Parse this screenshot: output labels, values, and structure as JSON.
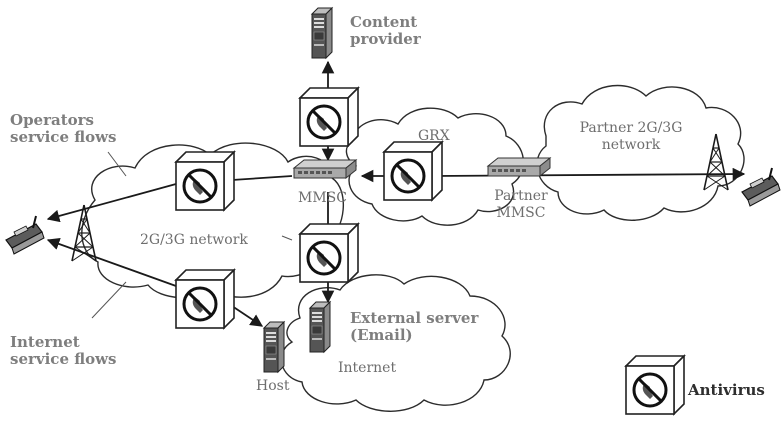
{
  "labels": {
    "content_provider_line1": "Content",
    "content_provider_line2": "provider",
    "operators_line1": "Operators",
    "operators_line2": "service flows",
    "grx": "GRX",
    "partner_network_line1": "Partner 2G/3G",
    "partner_network_line2": "network",
    "mmsc": "MMSC",
    "partner_mmsc_line1": "Partner",
    "partner_mmsc_line2": "MMSC",
    "network_2g3g": "2G/3G network",
    "external_server_line1": "External server",
    "external_server_line2": "(Email)",
    "internet_line1": "Internet",
    "internet_line2": "service flows",
    "internet": "Internet",
    "host": "Host",
    "legend_antivirus": "Antivirus"
  },
  "icons": {
    "antivirus": "antivirus-icon",
    "server": "server-icon",
    "phone": "mobile-phone-icon",
    "antenna": "antenna-tower-icon",
    "router": "mmsc-router-icon"
  },
  "colors": {
    "label_gray": "#7e7e7e",
    "line": "#1a1a1a",
    "cloud_stroke": "#333333"
  }
}
